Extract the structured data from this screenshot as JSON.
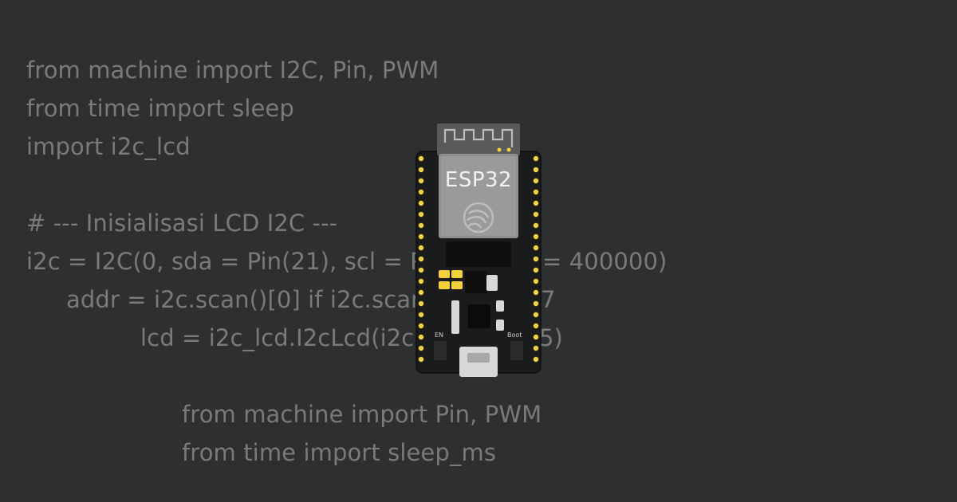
{
  "code": {
    "lines": [
      "from machine import I2C, Pin, PWM",
      "from time import sleep",
      "import i2c_lcd",
      "# --- Inisialisasi LCD I2C ---",
      "i2c = I2C(0, sda = Pin(21), scl = Pin",
      "= 400000)",
      "addr = i2c.scan()[0] if i2c.scan",
      "7",
      "lcd = i2c_lcd.I2cLcd(i2c,",
      "5)",
      "from machine import Pin, PWM",
      "from time import sleep_ms"
    ]
  },
  "board": {
    "label": "ESP32",
    "en_label": "EN",
    "boot_label": "Boot",
    "colors": {
      "pcb": "#1b1b1b",
      "pin": "#f5d23c",
      "shield": "#8f8f8f",
      "antenna": "#5a5a5a",
      "usb": "#d8d8d8"
    }
  }
}
